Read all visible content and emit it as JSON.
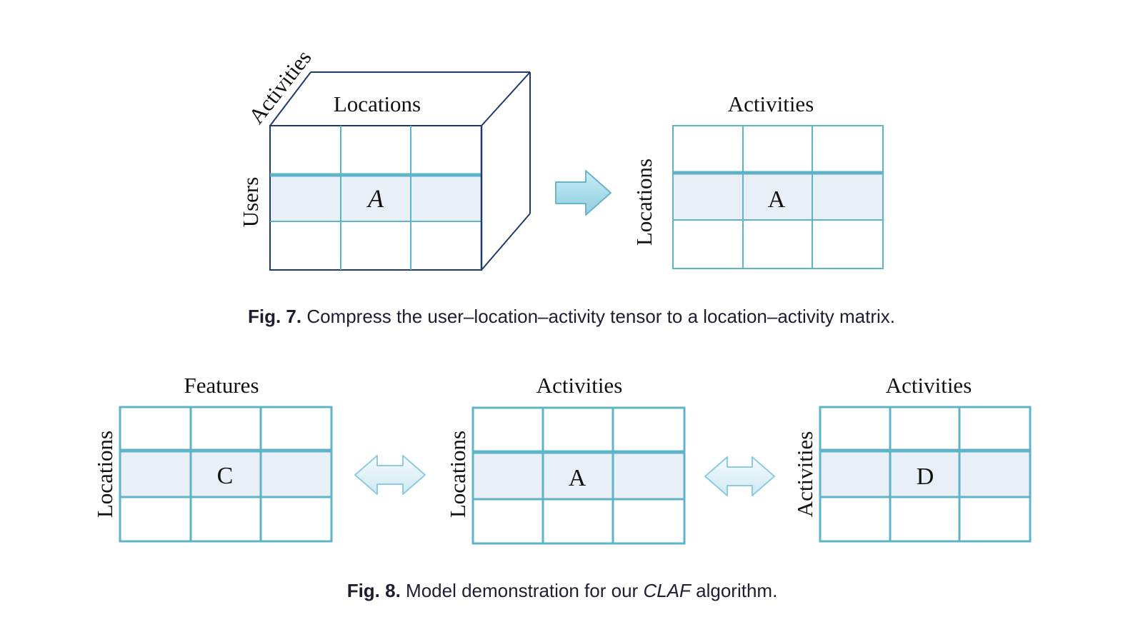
{
  "fig7": {
    "tensor": {
      "depth_label": "Activities",
      "top_label": "Locations",
      "side_label": "Users",
      "cell_label": "A"
    },
    "matrix": {
      "top_label": "Activities",
      "side_label": "Locations",
      "cell_label": "A"
    },
    "caption": {
      "prefix": "Fig. 7.",
      "text": " Compress the user–location–activity tensor to a location–activity matrix."
    }
  },
  "fig8": {
    "matrices": [
      {
        "top_label": "Features",
        "side_label": "Locations",
        "cell_label": "C"
      },
      {
        "top_label": "Activities",
        "side_label": "Locations",
        "cell_label": "A"
      },
      {
        "top_label": "Activities",
        "side_label": "Activities",
        "cell_label": "D"
      }
    ],
    "caption": {
      "prefix": "Fig. 8.",
      "text_before": " Model demonstration for our ",
      "algorithm": "CLAF",
      "text_after": " algorithm."
    }
  },
  "colors": {
    "grid": "#5fb3c9",
    "band": "#e8eff6",
    "tensor_edge": "#1f3a6b",
    "arrow_fill": "#9fd8e8",
    "arrow_stroke": "#6bb5cc"
  }
}
